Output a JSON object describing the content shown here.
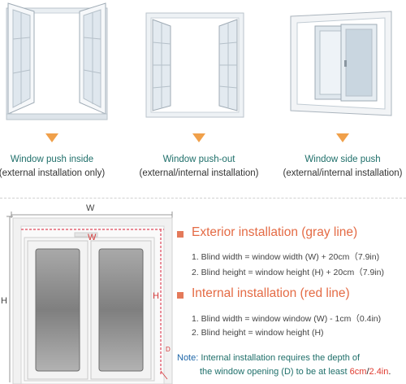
{
  "types": [
    {
      "title": "Window push inside",
      "subtitle": "(external installation only)"
    },
    {
      "title": "Window push-out",
      "subtitle": "(external/internal installation)"
    },
    {
      "title": "Window side push",
      "subtitle": "(external/internal installation)"
    }
  ],
  "diagram": {
    "width_label": "W",
    "inner_width_label": "W",
    "height_label": "H",
    "inner_height_label": "H",
    "depth_label": "D"
  },
  "exterior": {
    "title": "Exterior installation (gray line)",
    "lines": [
      "1. Blind width = window width (W) + 20cm（7.9in)",
      "2. Blind height = window height (H) + 20cm（7.9in)"
    ]
  },
  "internal": {
    "title": "Internal installation (red line)",
    "lines": [
      "1. Blind width = window window (W) - 1cm（0.4in)",
      "2. Blind height = window height (H)"
    ]
  },
  "note": {
    "label": "Note:",
    "text1": "Internal installation requires the depth of",
    "text2_pre": "the window opening (D) to be at least ",
    "value_cm": "6cm",
    "slash": "/",
    "value_in": "2.4in",
    "end": "."
  },
  "colors": {
    "accent": "#e46b45",
    "teal": "#1f6f6a",
    "arrow": "#f0a04a",
    "red_line": "#e0475a"
  }
}
